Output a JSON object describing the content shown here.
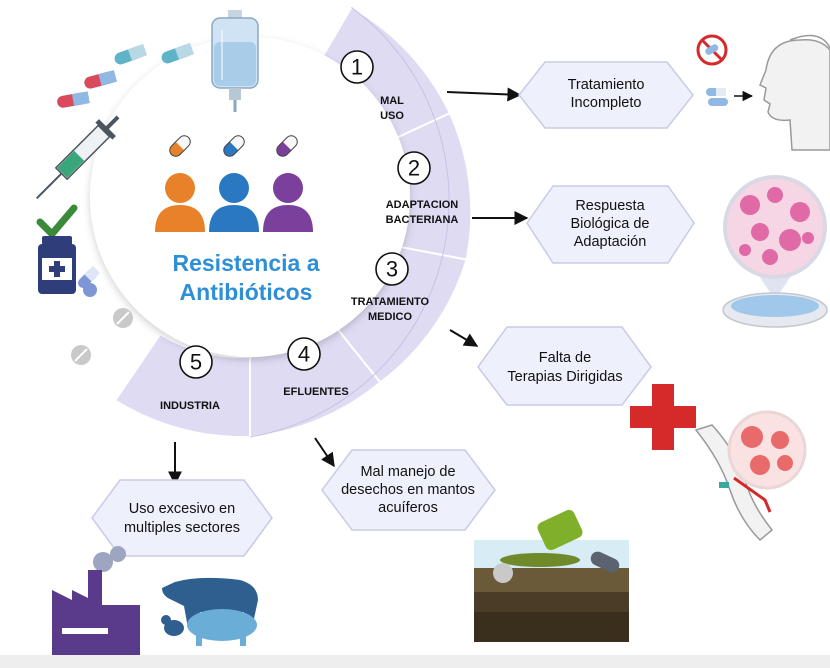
{
  "title": {
    "line1": "Resistencia a",
    "line2": "Antibióticos"
  },
  "segments": [
    {
      "number": "1",
      "line1": "MAL",
      "line2": "USO"
    },
    {
      "number": "2",
      "line1": "ADAPTACION",
      "line2": "BACTERIANA"
    },
    {
      "number": "3",
      "line1": "TRATAMIENTO",
      "line2": "MEDICO"
    },
    {
      "number": "4",
      "line1": "EFLUENTES",
      "line2": ""
    },
    {
      "number": "5",
      "line1": "INDUSTRIA",
      "line2": ""
    }
  ],
  "outcomes": [
    {
      "line1": "Tratamiento",
      "line2": "Incompleto",
      "line3": ""
    },
    {
      "line1": "Respuesta",
      "line2": "Biológica de",
      "line3": "Adaptación"
    },
    {
      "line1": "Falta de",
      "line2": "Terapias Dirigidas",
      "line3": ""
    },
    {
      "line1": "Mal manejo de",
      "line2": "desechos en mantos",
      "line3": "acuíferos"
    },
    {
      "line1": "Uso excesivo en",
      "line2": "multiples sectores",
      "line3": ""
    }
  ],
  "colors": {
    "segment_fill": "#dedbf3",
    "segment_stroke": "#b9b4dc",
    "title_blue": "#2e8fd6",
    "person_orange": "#e8822a",
    "person_blue": "#2b78c2",
    "person_purple": "#7b3f9c",
    "check_green": "#3a8a3a",
    "cross_red": "#d42a2a",
    "hex_fill": "#eef0fb",
    "hex_stroke": "#c9cbe6",
    "building_purple": "#5a3a8a",
    "animal_blue": "#2f5f8f",
    "pig_blue": "#6aaed8"
  },
  "icons": [
    "iv-bag-icon",
    "capsule-icon",
    "syringe-icon",
    "check-icon",
    "medicine-bottle-icon",
    "pill-icon",
    "person-icon",
    "no-pills-icon",
    "patient-face-icon",
    "bacteria-culture-icon",
    "petri-dish-icon",
    "medical-cross-icon",
    "infected-arm-icon",
    "cells-icon",
    "oil-barrel-icon",
    "soil-layers-icon",
    "factory-icon",
    "cow-icon",
    "pig-icon",
    "chicken-icon"
  ]
}
